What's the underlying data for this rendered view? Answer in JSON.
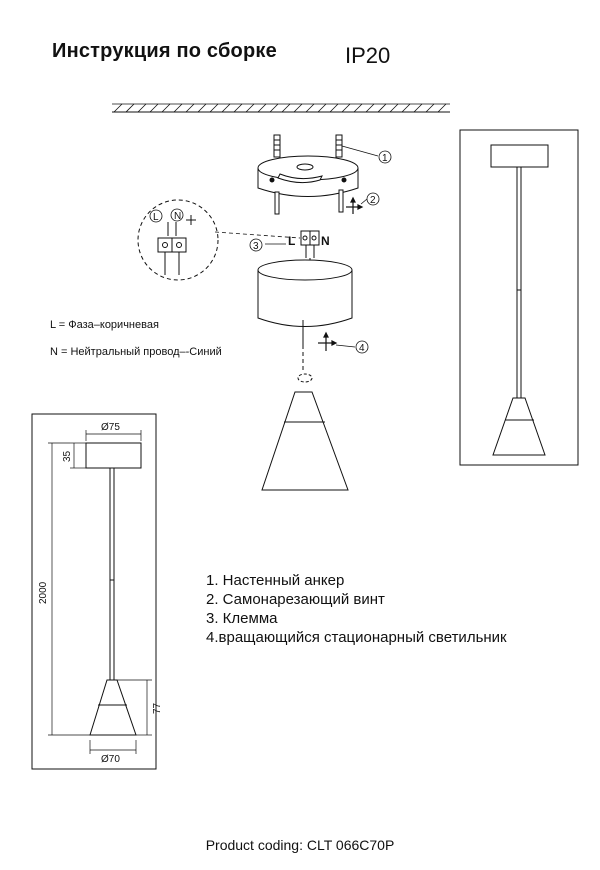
{
  "header": {
    "title": "Инструкция по сборке",
    "ip_rating": "IP20"
  },
  "legend": {
    "phase": "L = Фаза–коричневая",
    "neutral": "N = Нейтральный провод–-Синий"
  },
  "callouts": {
    "c1": "1",
    "c2": "2",
    "c3": "3",
    "c4": "4",
    "terminal_L": "L",
    "terminal_N": "N",
    "detail_L": "L",
    "detail_N": "N"
  },
  "dimensions": {
    "canopy_diameter": "Ø75",
    "canopy_height": "35",
    "total_height": "2000",
    "shade_height": "77",
    "shade_diameter": "Ø70"
  },
  "parts": [
    "1. Настенный анкер",
    "2. Самонарезающий винт",
    "3. Клемма",
    "4.вращающийся стационарный светильник"
  ],
  "footer": {
    "product_coding": "Product coding: CLT 066C70P"
  }
}
